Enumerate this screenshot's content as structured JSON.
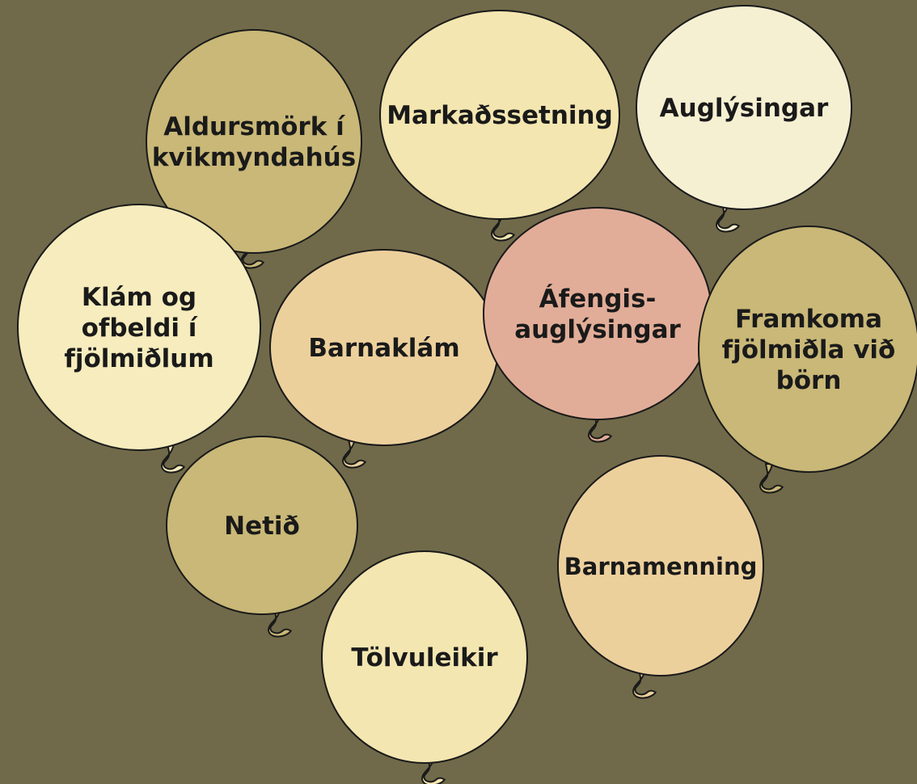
{
  "background": "#706a4a",
  "outline_color": "#1a1a1a",
  "balloons": [
    {
      "lines": [
        "Aldursmörk í",
        "kvikmyndahús"
      ],
      "fill": "#c9b877"
    },
    {
      "lines": [
        "Markaðssetning"
      ],
      "fill": "#f4e6b0"
    },
    {
      "lines": [
        "Auglýsingar"
      ],
      "fill": "#f6f0d2"
    },
    {
      "lines": [
        "Klám og",
        "ofbeldi í",
        "fjölmiðlum"
      ],
      "fill": "#f6ecbd"
    },
    {
      "lines": [
        "Barnaklám"
      ],
      "fill": "#ecd09c"
    },
    {
      "lines": [
        "Áfengis-",
        "auglýsingar"
      ],
      "fill": "#e2ad98"
    },
    {
      "lines": [
        "Framkoma",
        "fjölmiðla við",
        "börn"
      ],
      "fill": "#c9b877"
    },
    {
      "lines": [
        "Netið"
      ],
      "fill": "#c9b877"
    },
    {
      "lines": [
        "Barnamenning"
      ],
      "fill": "#ecd09c"
    },
    {
      "lines": [
        "Tölvuleikir"
      ],
      "fill": "#f4e6b0"
    }
  ]
}
